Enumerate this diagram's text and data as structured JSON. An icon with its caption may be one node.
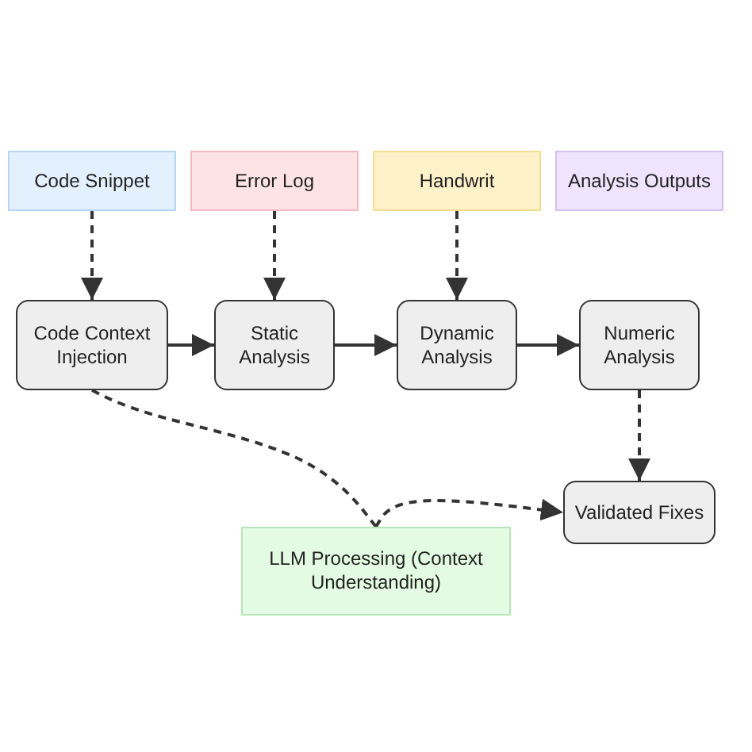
{
  "diagram": {
    "nodes": [
      {
        "text": [
          "Code Snippet"
        ]
      },
      {
        "text": [
          "Error Log"
        ]
      },
      {
        "text": [
          "Handwrit"
        ]
      },
      {
        "text": [
          "Analysis Outputs"
        ]
      },
      {
        "text": [
          "Code Context Injection"
        ]
      },
      {
        "text": [
          "Static Analysis"
        ]
      },
      {
        "text": [
          "Dynamic Analysis"
        ]
      },
      {
        "text": [
          "Numeric Analysis"
        ]
      },
      {
        "text": [
          "Validated Fixes"
        ]
      },
      {
        "text": [
          "LLM Processing (Context Understanding)"
        ]
      }
    ],
    "edges": [
      {
        "from": 0,
        "to": 4,
        "arrow": "to",
        "style": "dashed"
      },
      {
        "from": 1,
        "to": 5,
        "arrow": "to",
        "style": "dashed"
      },
      {
        "from": 2,
        "to": 6,
        "arrow": "to",
        "style": "dashed"
      },
      {
        "from": 4,
        "to": 5,
        "arrow": "to"
      },
      {
        "from": 5,
        "to": 6,
        "arrow": "to"
      },
      {
        "from": 6,
        "to": 7,
        "arrow": "to"
      },
      {
        "from": 4,
        "to": 9,
        "arrow": "none",
        "style": "dashed"
      },
      {
        "from": 9,
        "to": 8,
        "arrow": "to",
        "style": "dashed"
      },
      {
        "from": 7,
        "to": 8,
        "arrow": "to",
        "style": "dashed"
      }
    ]
  }
}
